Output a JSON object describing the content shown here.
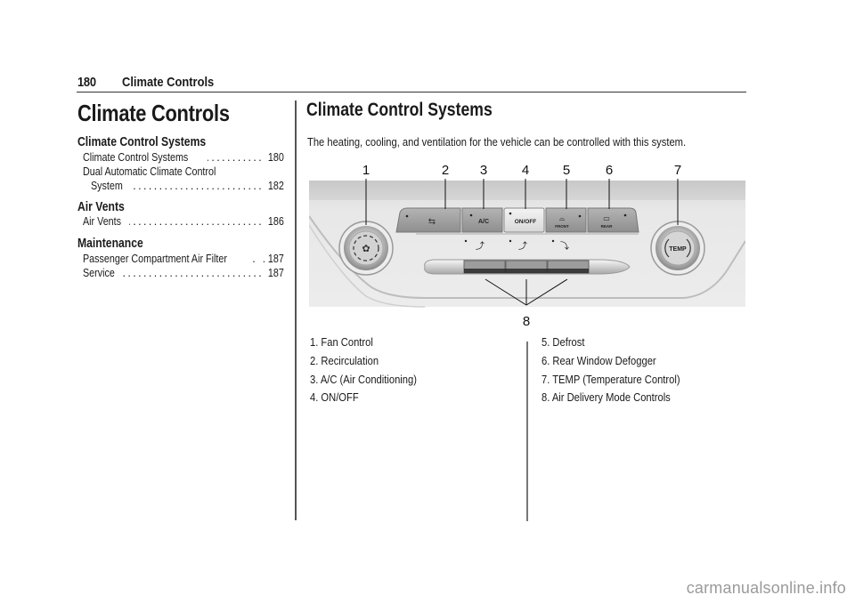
{
  "header": {
    "page_number": "180",
    "section_title": "Climate Controls"
  },
  "toc": {
    "title": "Climate Controls",
    "groups": [
      {
        "heading": "Climate Control Systems",
        "entries": [
          {
            "label": "Climate Control Systems",
            "page": "180"
          },
          {
            "label": "Dual Automatic Climate Control",
            "page": ""
          },
          {
            "label": "System",
            "page": "182"
          }
        ]
      },
      {
        "heading": "Air Vents",
        "entries": [
          {
            "label": "Air Vents",
            "page": "186"
          }
        ]
      },
      {
        "heading": "Maintenance",
        "entries": [
          {
            "label": "Passenger Compartment Air Filter",
            "page": ". 187"
          },
          {
            "label": "Service",
            "page": "187"
          }
        ]
      }
    ]
  },
  "content": {
    "title": "Climate Control Systems",
    "intro": "The heating, cooling, and ventilation for the vehicle can be controlled with this system.",
    "figure": {
      "callouts": [
        "1",
        "2",
        "3",
        "4",
        "5",
        "6",
        "7",
        "8"
      ],
      "buttons": {
        "recirc_icon": "recirculation-icon",
        "ac_label": "A/C",
        "onoff_label": "ON/OFF",
        "front_label": "FRONT",
        "rear_label": "REAR",
        "temp_label": "TEMP"
      }
    },
    "legend_left": [
      "1.  Fan Control",
      "2.  Recirculation",
      "3.  A/C (Air Conditioning)",
      "4.  ON/OFF"
    ],
    "legend_right": [
      "5.  Defrost",
      "6.  Rear Window Defogger",
      "7.  TEMP (Temperature Control)",
      "8.  Air Delivery Mode Controls"
    ]
  },
  "watermark": "carmanualsonline.info"
}
